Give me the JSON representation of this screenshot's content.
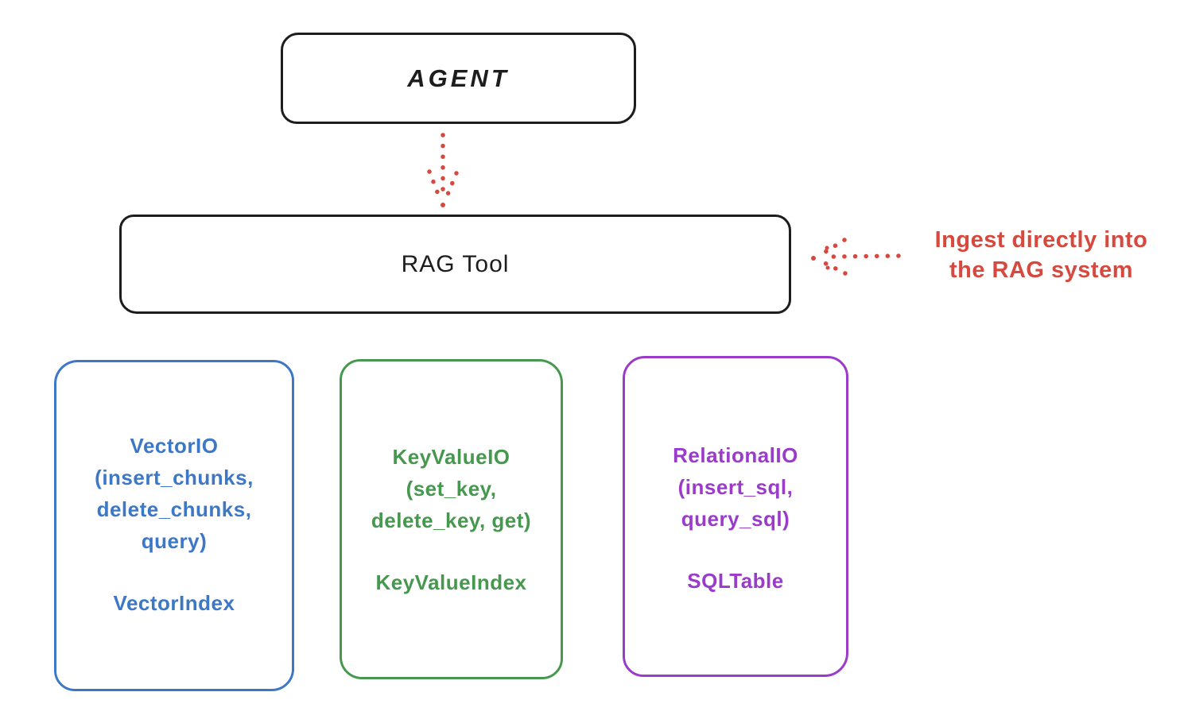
{
  "nodes": {
    "agent": {
      "label": "AGENT",
      "border_color": "#1d1d1d"
    },
    "rag_tool": {
      "label": "RAG Tool",
      "border_color": "#1d1d1d"
    }
  },
  "annotation": {
    "line1": "Ingest directly into",
    "line2": "the RAG system",
    "color": "#d6493f"
  },
  "arrows": {
    "agent_to_rag": {
      "style": "dotted",
      "direction": "down",
      "color": "#d6493f"
    },
    "annotation_to_rag": {
      "style": "dotted",
      "direction": "left",
      "color": "#d6493f"
    }
  },
  "storage_boxes": [
    {
      "id": "vector",
      "color": "#3c78c6",
      "lines": [
        "VectorIO",
        "(insert_chunks,",
        "delete_chunks,",
        "query)"
      ],
      "index_label": "VectorIndex"
    },
    {
      "id": "keyvalue",
      "color": "#47984f",
      "lines": [
        "KeyValueIO",
        "(set_key,",
        "delete_key, get)"
      ],
      "index_label": "KeyValueIndex"
    },
    {
      "id": "relational",
      "color": "#9a3bc9",
      "lines": [
        "RelationalIO",
        "(insert_sql,",
        "query_sql)"
      ],
      "index_label": "SQLTable"
    }
  ]
}
